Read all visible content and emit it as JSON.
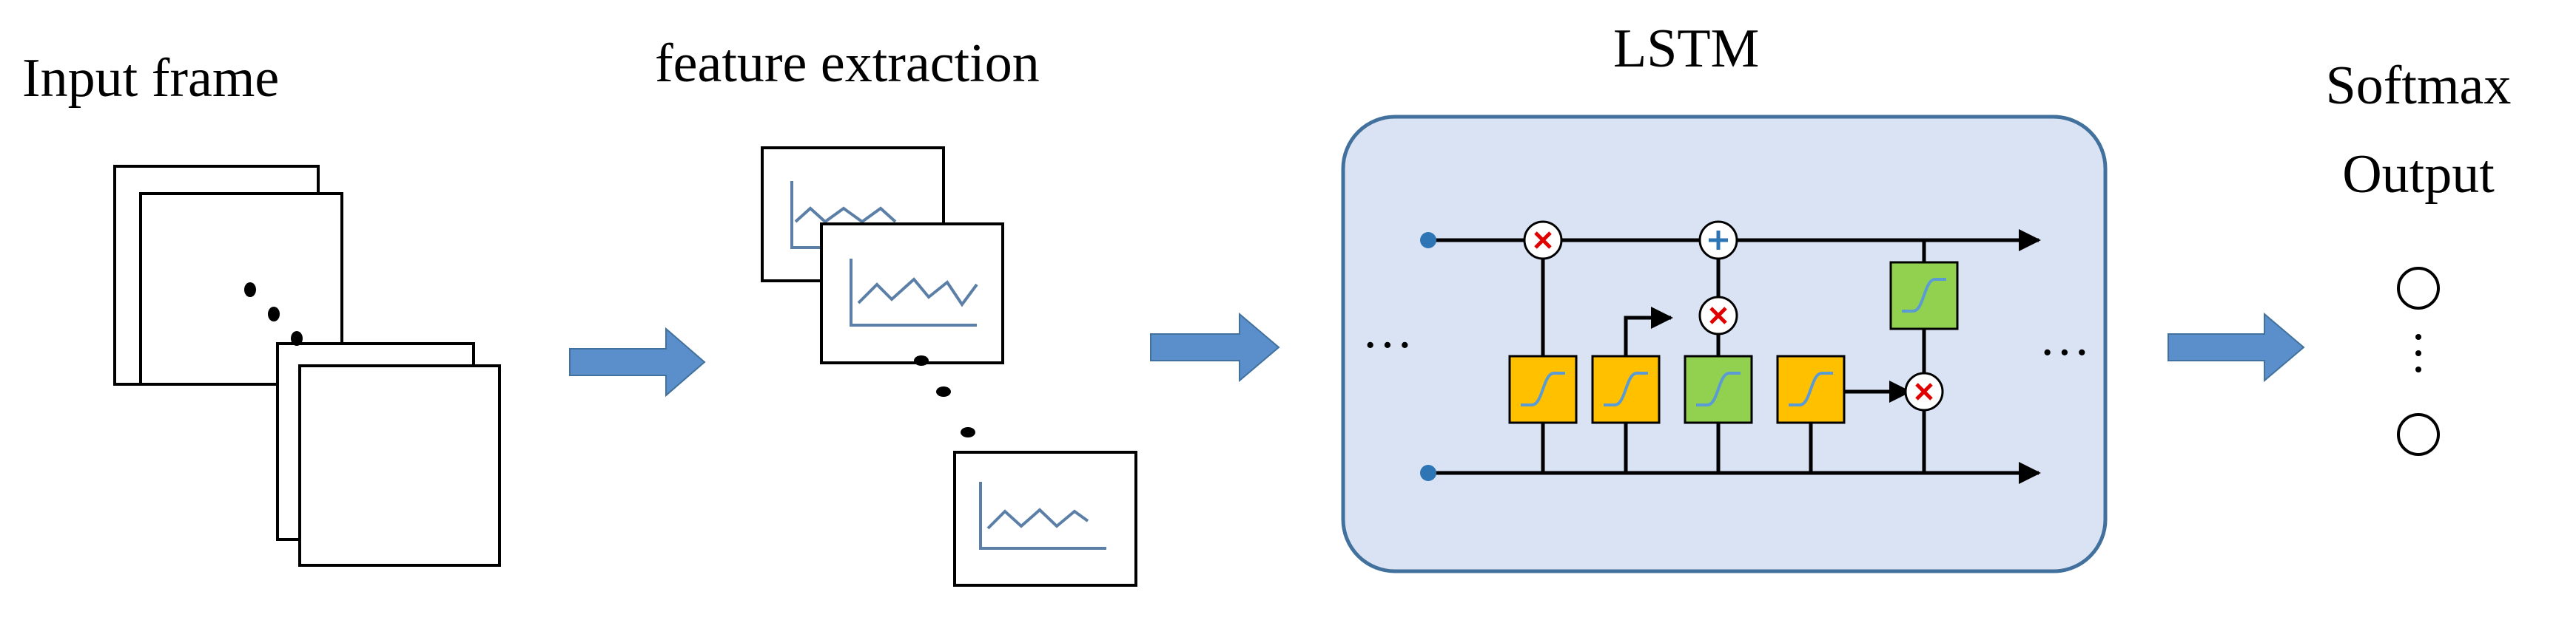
{
  "labels": {
    "input_frame": "Input frame",
    "feature_extraction": "feature extraction",
    "lstm": "LSTM",
    "softmax": "Softmax",
    "output": "Output"
  },
  "lstm_cell": {
    "left_ellipsis": "···",
    "right_ellipsis": "···",
    "gates": [
      "sigmoid",
      "sigmoid",
      "tanh",
      "sigmoid",
      "tanh"
    ],
    "operators": [
      "multiply",
      "add",
      "multiply",
      "multiply"
    ]
  },
  "output_nodes": 2,
  "colors": {
    "arrow": "#5B8FCB",
    "lstm_fill": "#DAE3F3",
    "lstm_stroke": "#41719C",
    "gate_orange": "#FFC000",
    "gate_green": "#92D050",
    "sigmoid_curve": "#5B9BD5",
    "multiply": "#E00000",
    "add": "#2E75B6",
    "chart_line": "#5B7FA6"
  },
  "icons": {
    "multiply": "multiply-icon",
    "add": "plus-icon",
    "gate": "sigmoid-curve-icon"
  }
}
